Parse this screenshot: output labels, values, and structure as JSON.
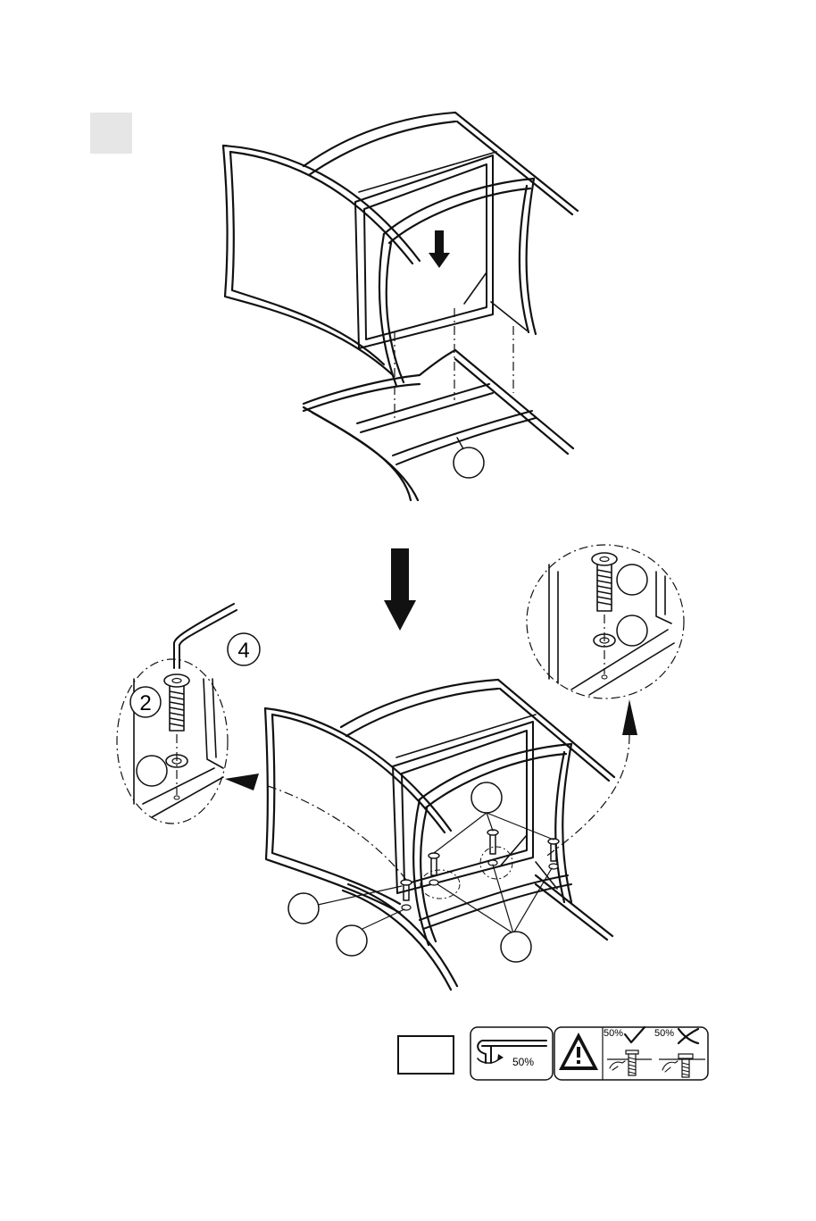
{
  "step": {
    "number": ""
  },
  "callouts": {
    "screw": "2",
    "allen_key": "4",
    "washer": "",
    "part_seat": "",
    "detail_screw": "",
    "detail_washer": "",
    "screw_group": "",
    "washer_group": "",
    "left_screw": "",
    "left_washer": ""
  },
  "footer": {
    "quantity_box": "",
    "tighten_label": "50%",
    "correct_label": "50%",
    "wrong_label": "50%"
  },
  "colors": {
    "ink": "#111111",
    "step_box": "#e6e6e6",
    "white": "#ffffff"
  },
  "icons": [
    "step-box",
    "down-arrow-icon",
    "allen-key-icon",
    "screw-icon",
    "washer-icon",
    "rotate-icon",
    "warning-icon",
    "check-icon",
    "cross-icon",
    "hand-icon"
  ]
}
